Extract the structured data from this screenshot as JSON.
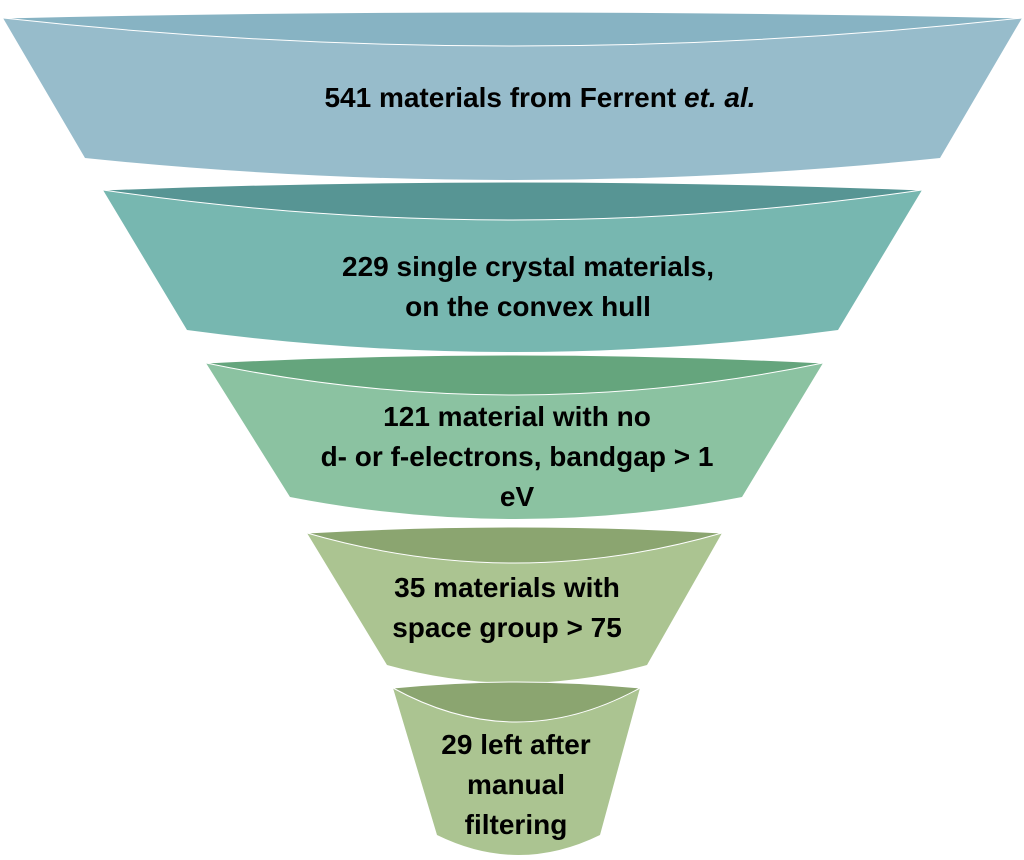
{
  "title": "Materials screening funnel",
  "stages": [
    {
      "lines": [
        "541 materials from Ferrent "
      ],
      "italic": "et. al.",
      "body_color": "#97bccb",
      "rim_color": "#87b3c3"
    },
    {
      "lines": [
        "229 single crystal materials,",
        "on the convex hull"
      ],
      "body_color": "#77b7b0",
      "rim_color": "#579594"
    },
    {
      "lines": [
        "121 material with no",
        "d- or f-electrons, bandgap > 1",
        "eV"
      ],
      "body_color": "#8bc2a1",
      "rim_color": "#65a57d"
    },
    {
      "lines": [
        "35 materials with",
        "space group > 75"
      ],
      "body_color": "#abc491",
      "rim_color": "#8ba570"
    },
    {
      "lines": [
        "29 left after",
        "manual",
        "filtering"
      ],
      "body_color": "#abc491",
      "rim_color": "#8ba570"
    }
  ]
}
